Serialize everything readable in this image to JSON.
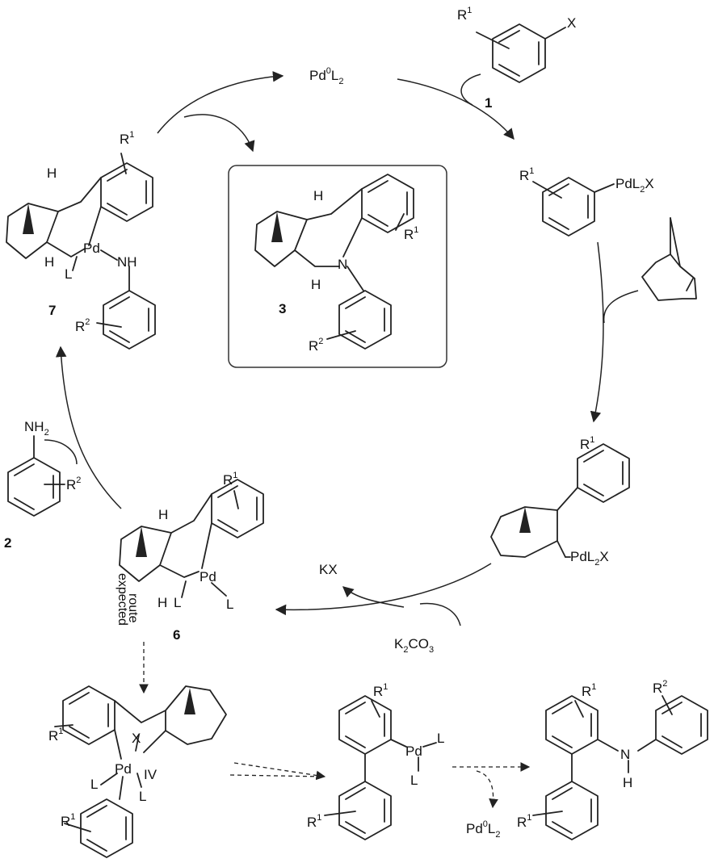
{
  "labels": {
    "pd0": "Pd",
    "pd0_sup": "0",
    "pd0_L": "L",
    "pd0_sub": "2",
    "aryl_halide_X": "X",
    "aryl_halide_R": "R",
    "aryl_halide_R_sup": "1",
    "cpd1": "1",
    "pdl2x_text": "PdL",
    "pdl2x_sub": "2",
    "pdl2x_X": "X",
    "oxadd_R": "R",
    "oxadd_R_sup": "1",
    "carbo_R": "R",
    "carbo_R_sup": "1",
    "carbo_pd": "PdL",
    "carbo_pd_sub": "2",
    "carbo_pd_X": "X",
    "kx": "KX",
    "k2co3_K": "K",
    "k2co3_sub1": "2",
    "k2co3_CO": "CO",
    "k2co3_sub2": "3",
    "cpd6": "6",
    "cpd6_R": "R",
    "cpd6_R_sup": "1",
    "cpd6_H": "H",
    "cpd6_H2": "H",
    "cpd6_Pd": "Pd",
    "cpd6_L1": "L",
    "cpd6_L2": "L",
    "expected": "expected",
    "route": "route",
    "cpd2": "2",
    "amine_NH": "NH",
    "amine_sub": "2",
    "amine_R": "R",
    "amine_R_sup": "2",
    "cpd7": "7",
    "cpd7_R1": "R",
    "cpd7_R1_sup": "1",
    "cpd7_H": "H",
    "cpd7_H2": "H",
    "cpd7_Pd": "Pd",
    "cpd7_L": "L",
    "cpd7_NH": "NH",
    "cpd7_R2": "R",
    "cpd7_R2_sup": "2",
    "cpd3": "3",
    "cpd3_H1": "H",
    "cpd3_H2": "H",
    "cpd3_N": "N",
    "cpd3_R1": "R",
    "cpd3_R1_sup": "1",
    "cpd3_R2": "R",
    "cpd3_R2_sup": "2",
    "pd4_R1a": "R",
    "pd4_R1a_sup": "1",
    "pd4_X": "X",
    "pd4_Pd": "Pd",
    "pd4_IV": "IV",
    "pd4_L1": "L",
    "pd4_L2": "L",
    "pd4_R1b": "R",
    "pd4_R1b_sup": "1",
    "biaryl_R1a": "R",
    "biaryl_R1a_sup": "1",
    "biaryl_Pd": "Pd",
    "biaryl_L1": "L",
    "biaryl_L2": "L",
    "biaryl_R1b": "R",
    "biaryl_R1b_sup": "1",
    "pd0b": "Pd",
    "pd0b_sup": "0",
    "pd0b_L": "L",
    "pd0b_sub": "2",
    "prod_R1a": "R",
    "prod_R1a_sup": "1",
    "prod_R2": "R",
    "prod_R2_sup": "2",
    "prod_N": "N",
    "prod_H": "H",
    "prod_R1b": "R",
    "prod_R1b_sup": "1"
  }
}
